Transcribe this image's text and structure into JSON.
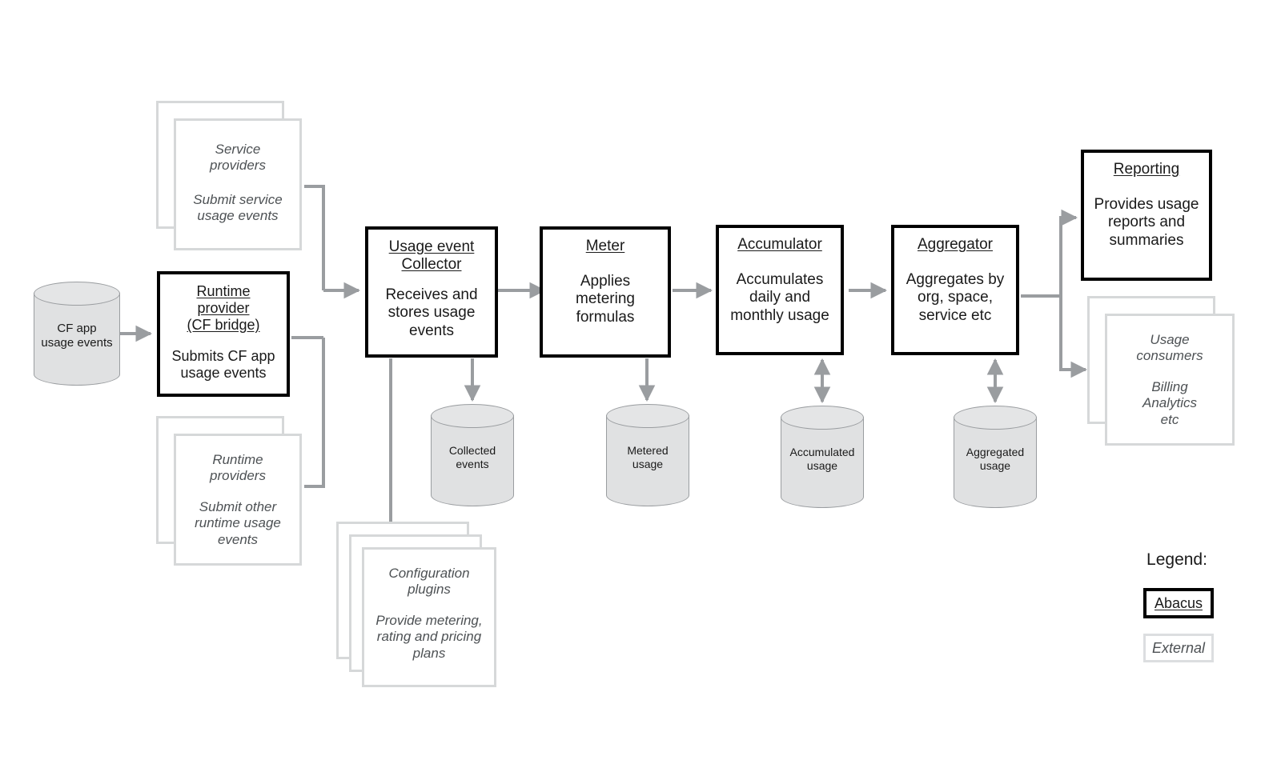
{
  "diagram": {
    "type": "flow-architecture",
    "title": "Abacus usage metering pipeline",
    "colors": {
      "abacus_border": "#000000",
      "external_border": "#d6d8d9",
      "wire": "#9a9da0",
      "cylinder_fill": "#e0e1e2",
      "cylinder_stroke": "#9a9da0",
      "text": "#1a1a1a",
      "external_text": "#4d5154",
      "background": "#ffffff"
    }
  },
  "sources": {
    "cf_app_store": {
      "label": "CF app\nusage events"
    },
    "service_providers": {
      "title": "Service\nproviders",
      "desc": "Submit service\nusage events"
    },
    "runtime_providers": {
      "title": "Runtime\nproviders",
      "desc": "Submit other\nruntime usage\nevents"
    }
  },
  "nodes": {
    "runtime_provider": {
      "title": "Runtime\nprovider\n(CF bridge)",
      "desc": "Submits CF app\nusage events",
      "kind": "abacus"
    },
    "collector": {
      "title": "Usage event\nCollector",
      "desc": "Receives and\nstores usage\nevents",
      "kind": "abacus"
    },
    "meter": {
      "title": "Meter",
      "desc": "Applies\nmetering\nformulas",
      "kind": "abacus"
    },
    "accumulator": {
      "title": "Accumulator",
      "desc": "Accumulates\ndaily and\nmonthly usage",
      "kind": "abacus"
    },
    "aggregator": {
      "title": "Aggregator",
      "desc": "Aggregates by\norg, space,\nservice etc",
      "kind": "abacus"
    },
    "reporting": {
      "title": "Reporting",
      "desc": "Provides usage\nreports and\nsummaries",
      "kind": "abacus"
    }
  },
  "plugins": {
    "configuration_plugins": {
      "title": "Configuration\nplugins",
      "desc": "Provide metering,\nrating and pricing\nplans"
    }
  },
  "consumers": {
    "usage_consumers": {
      "title": "Usage\nconsumers",
      "desc": "Billing\nAnalytics\netc"
    }
  },
  "datastores": {
    "collected_events": {
      "label": "Collected\nevents"
    },
    "metered_usage": {
      "label": "Metered\nusage"
    },
    "accumulated_usage": {
      "label": "Accumulated\nusage"
    },
    "aggregated_usage": {
      "label": "Aggregated\nusage"
    }
  },
  "legend": {
    "heading": "Legend:",
    "abacus_label": "Abacus",
    "external_label": "External"
  }
}
